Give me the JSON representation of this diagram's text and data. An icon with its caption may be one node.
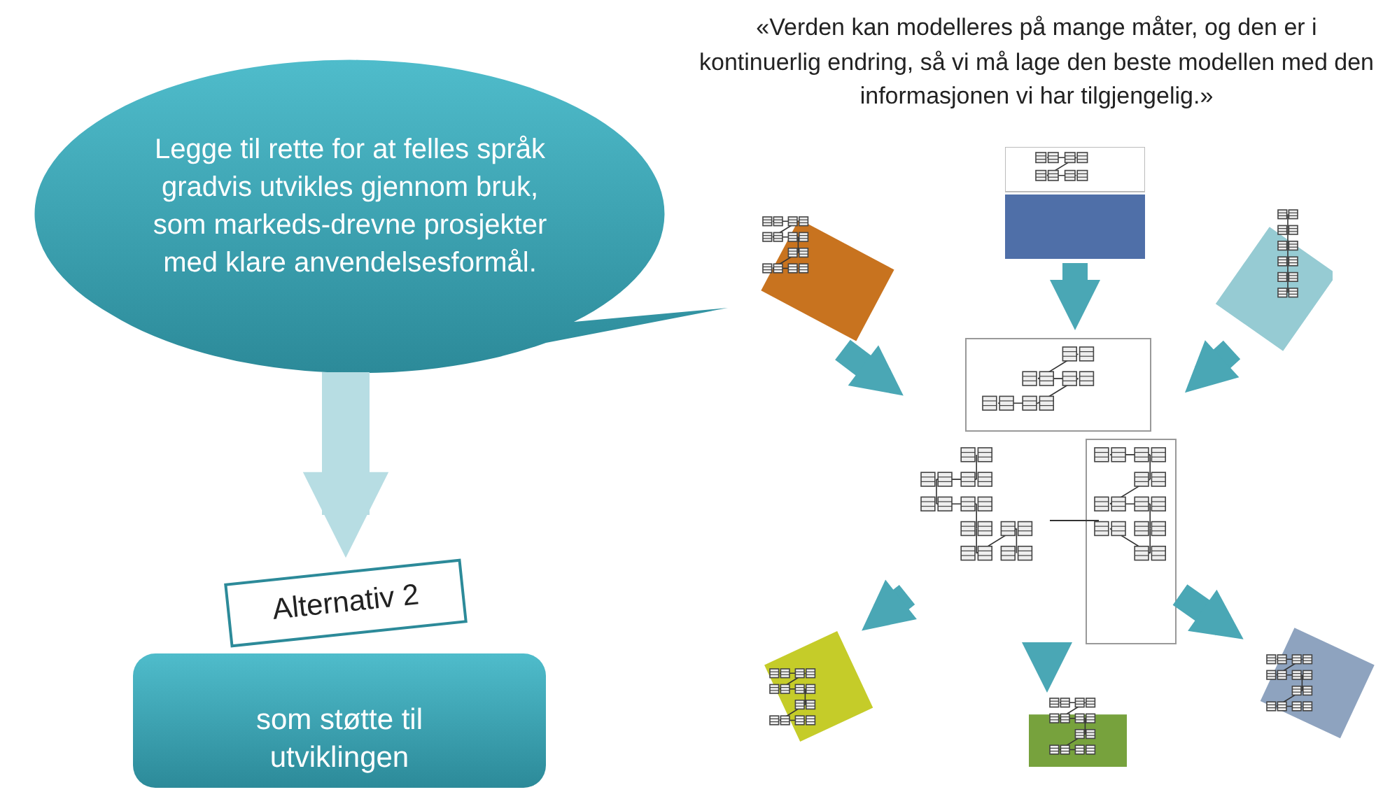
{
  "diagram": {
    "nodes": [
      {
        "text": [
          "Legge til rette for at felles språk gradvis utvikles gjennom bruk, som markeds-drevne prosjekter med klare anvendelsesformål."
        ]
      },
      {
        "text": [
          "Alternativ 2"
        ]
      },
      {
        "text": [
          "som støtte til utviklingen"
        ]
      },
      {
        "text": [],
        "shape": "box"
      },
      {
        "text": [],
        "shape": "box"
      },
      {
        "text": [],
        "shape": "box"
      },
      {
        "text": [],
        "shape": "box"
      },
      {
        "text": [],
        "shape": "box"
      },
      {
        "text": [],
        "shape": "box"
      },
      {
        "text": [],
        "shape": "box"
      }
    ],
    "edges": [
      {
        "from": 0,
        "to": 1,
        "arrow": "to",
        "style": "thick",
        "color": "#b7dde3"
      },
      {
        "from": 3,
        "to": 6,
        "arrow": "to"
      },
      {
        "from": 4,
        "to": 6,
        "arrow": "to"
      },
      {
        "from": 5,
        "to": 6,
        "arrow": "to"
      },
      {
        "from": 6,
        "to": 7,
        "arrow": "to"
      },
      {
        "from": 6,
        "to": 8,
        "arrow": "to"
      },
      {
        "from": 6,
        "to": 9,
        "arrow": "to"
      }
    ],
    "labels": [
      "«Verden kan modelleres på mange måter, og den er i kontinuerlig endring, så vi må lage den beste modellen med den informasjonen vi har tilgjengelig.»"
    ]
  }
}
